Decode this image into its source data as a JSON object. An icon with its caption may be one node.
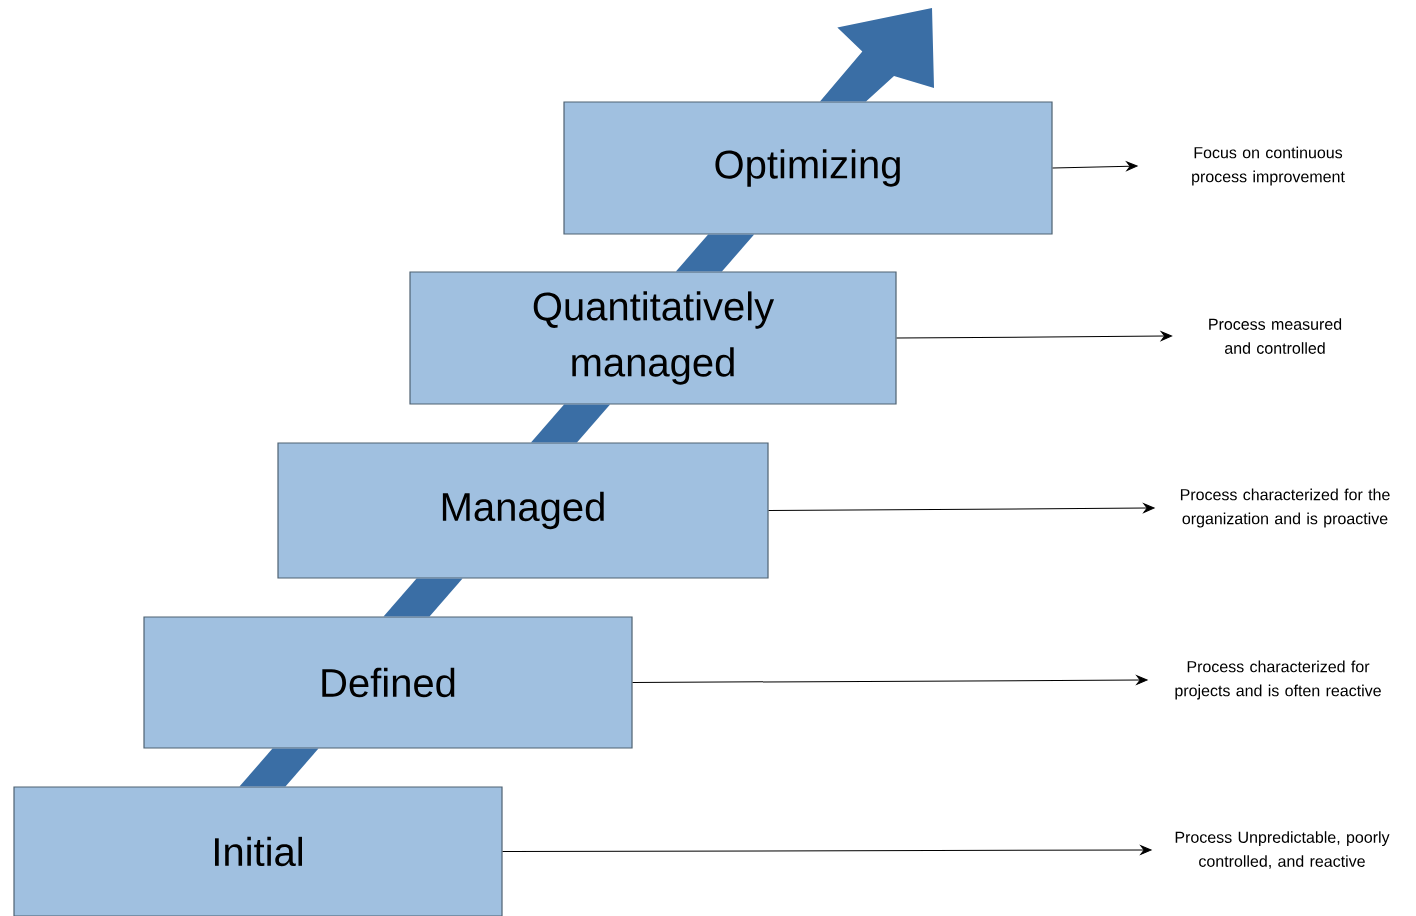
{
  "diagram": {
    "nodes": [
      {
        "text": [
          "Optimizing"
        ]
      },
      {
        "text": [
          "Quantitatively managed"
        ]
      },
      {
        "text": [
          "Managed"
        ]
      },
      {
        "text": [
          "Defined"
        ]
      },
      {
        "text": [
          "Initial"
        ]
      },
      {
        "text": [
          "Focus on continuous process improvement"
        ]
      },
      {
        "text": [
          "Process measured and controlled"
        ]
      },
      {
        "text": [
          "Process characterized for the organization and is proactive"
        ]
      },
      {
        "text": [
          "Process characterized for projects and is often reactive"
        ]
      },
      {
        "text": [
          "Process Unpredictable, poorly controlled, and reactive"
        ]
      }
    ],
    "edges": [
      {
        "from": 4,
        "to": 3,
        "arrow": "none",
        "style": "thick",
        "color": "#3a6ea5"
      },
      {
        "from": 3,
        "to": 2,
        "arrow": "none",
        "style": "thick",
        "color": "#3a6ea5"
      },
      {
        "from": 2,
        "to": 1,
        "arrow": "none",
        "style": "thick",
        "color": "#3a6ea5"
      },
      {
        "from": 1,
        "to": 0,
        "arrow": "none",
        "style": "thick",
        "color": "#3a6ea5"
      },
      {
        "from": 0,
        "to": null,
        "arrow": "to",
        "style": "thick",
        "color": "#3a6ea5"
      },
      {
        "from": 0,
        "to": 5,
        "arrow": "to"
      },
      {
        "from": 1,
        "to": 6,
        "arrow": "to"
      },
      {
        "from": 2,
        "to": 7,
        "arrow": "to"
      },
      {
        "from": 3,
        "to": 8,
        "arrow": "to"
      },
      {
        "from": 4,
        "to": 9,
        "arrow": "to"
      }
    ]
  }
}
